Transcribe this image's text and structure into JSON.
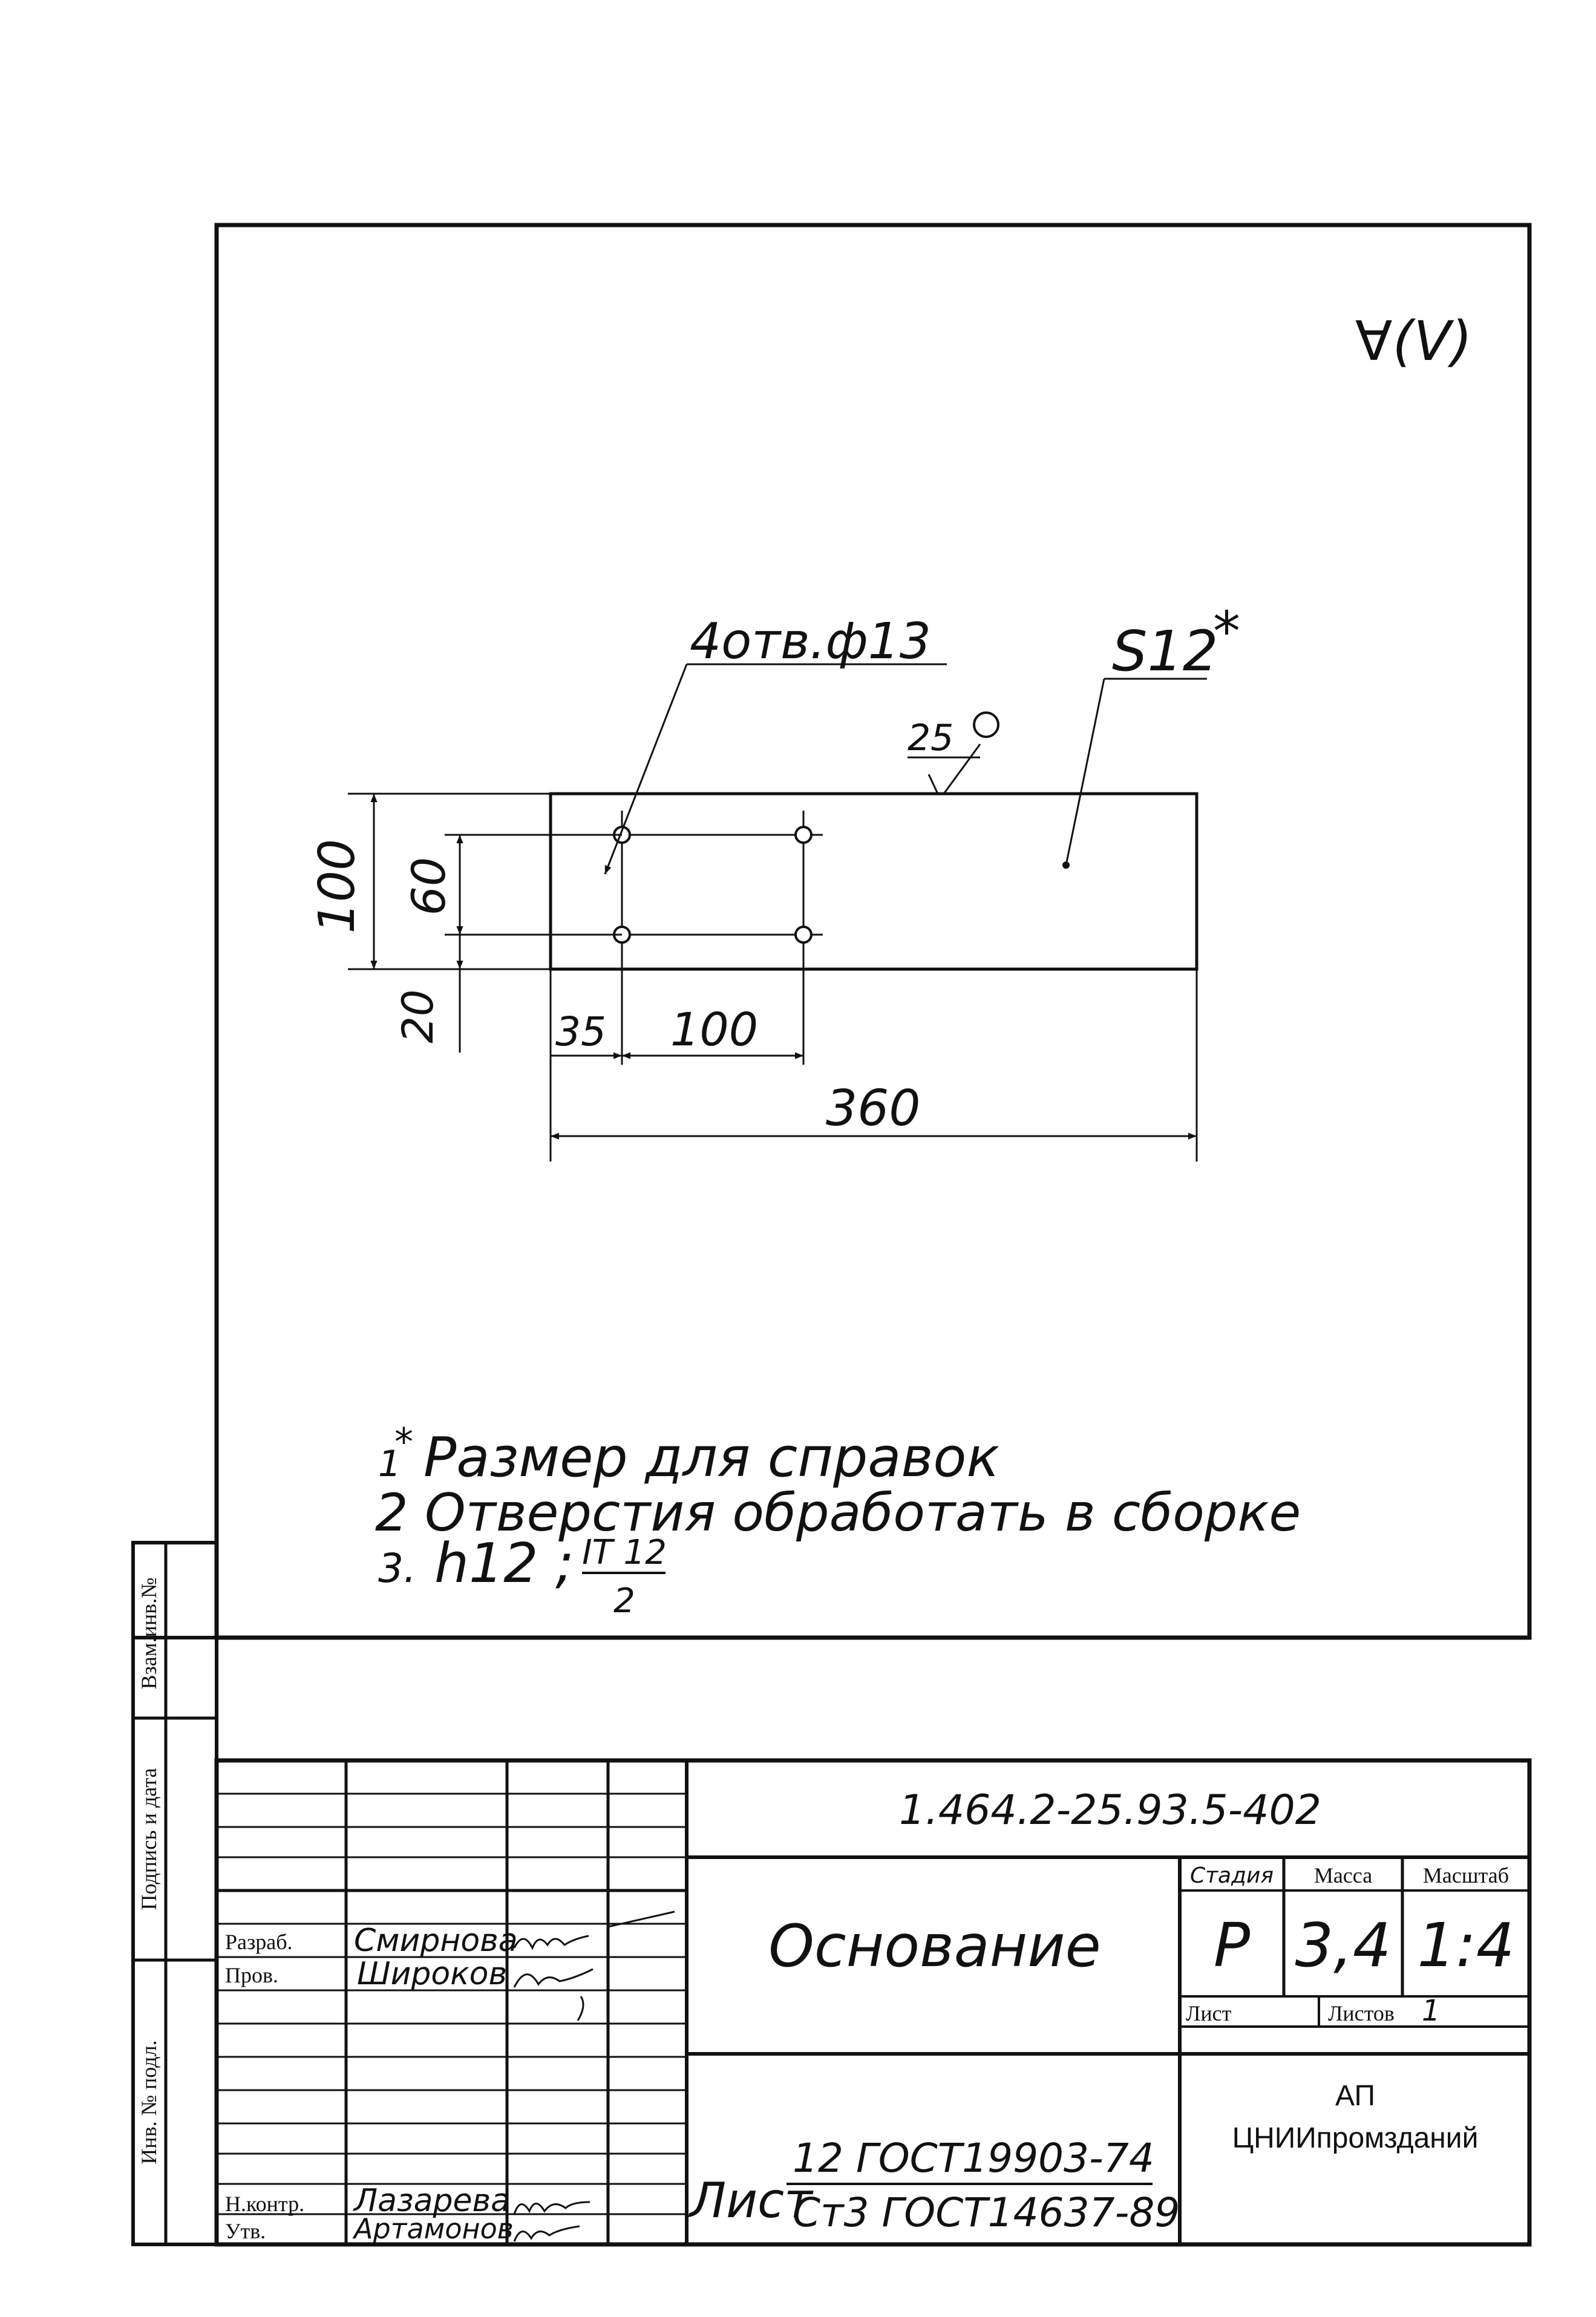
{
  "roughness_symbol": "∀(V)",
  "drawing": {
    "holes_callout": "4отв.ф13",
    "thickness_callout": "S12",
    "thickness_star": "*",
    "surface_roughness": "25",
    "dim_height_total": "100",
    "dim_hole_spacing_vertical": "60",
    "dim_hole_offset_bottom": "20",
    "dim_hole_offset_left": "35",
    "dim_hole_spacing_horizontal": "100",
    "dim_length_total": "360"
  },
  "notes": {
    "note1_number": "1",
    "note1_star": "*",
    "note1_text": "Размер для справок",
    "note2": "2 Отверстия обработать в сборке",
    "note3_prefix": "3.",
    "note3_text": "h12 ;",
    "note3_fraction_top": "IT 12",
    "note3_fraction_bottom": "2"
  },
  "side_stamp": {
    "vzam_inv": "Взам.инв.№",
    "podpis_data": "Подпись и дата",
    "inv_podl": "Инв. № подл."
  },
  "title_block": {
    "document_code": "1.464.2-25.93.5-402",
    "title": "Основание",
    "stage_label": "Стадия",
    "mass_label": "Масса",
    "scale_label": "Масштаб",
    "stage_value": "Р",
    "mass_value": "3,4",
    "scale_value": "1:4",
    "sheet_label": "Лист",
    "sheets_label": "Листов",
    "sheets_value": "1",
    "material_prefix": "Лист",
    "material_top": "12 ГОСТ19903-74",
    "material_bottom": "Ст3 ГОСТ14637-89",
    "organization_line1": "АП",
    "organization_line2": "ЦНИИпромзданий",
    "roles": [
      {
        "role": "Разраб.",
        "name": "Смирнова"
      },
      {
        "role": "Пров.",
        "name": "Широков"
      },
      {
        "role": "Н.контр.",
        "name": "Лазарева"
      },
      {
        "role": "Утв.",
        "name": "Артамонов"
      }
    ]
  }
}
